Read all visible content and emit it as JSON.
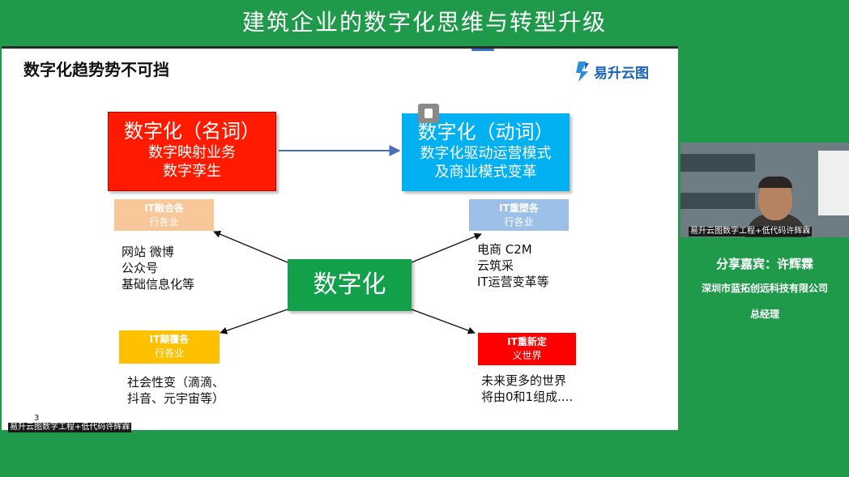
{
  "header": {
    "title": "建筑企业的数字化思维与转型升级"
  },
  "slide": {
    "title": "数字化趋势势不可挡",
    "logo_text": "易升云图",
    "noun_box": {
      "heading": "数字化（名词）",
      "line1": "数字映射业务",
      "line2": "数字孪生"
    },
    "verb_box": {
      "heading": "数字化（动词）",
      "line1": "数字化驱动运营模式",
      "line2": "及商业模式变革"
    },
    "center": "数字化",
    "tags": {
      "top_left": {
        "line1": "IT融合各",
        "line2": "行各业"
      },
      "top_right": {
        "line1": "IT重塑各",
        "line2": "行各业"
      },
      "bottom_left": {
        "line1": "IT颠覆各",
        "line2": "行各业"
      },
      "bottom_right": {
        "line1": "IT重新定",
        "line2": "义世界"
      }
    },
    "notes": {
      "top_left": [
        "网站 微博",
        "公众号",
        "基础信息化等"
      ],
      "top_right": [
        "电商 C2M",
        "云筑采",
        "IT运营变革等"
      ],
      "bottom_left": [
        "社会性变（滴滴、",
        "抖音、元宇宙等）"
      ],
      "bottom_right": [
        "未来更多的世界",
        "将由0和1组成...."
      ]
    },
    "page_number": "3",
    "caption": "易升云图数字工程+低代码许辉霖"
  },
  "sidebar": {
    "webcam_caption": "易升云图数字工程+低代码许辉霖",
    "speaker": "分享嘉宾：许辉霖",
    "company": "深圳市蓝拓创远科技有限公司",
    "position": "总经理"
  },
  "colors": {
    "background": "#1f9a4a",
    "noun_box": "#ff1a00",
    "verb_box": "#00b0f0",
    "center_box": "#12a14a",
    "tag_top_left": "#f9c89a",
    "tag_top_right": "#9dc0e8",
    "tag_bottom_left": "#ffc000",
    "tag_bottom_right": "#ff0000"
  },
  "icons": {
    "logo": "yisheng-logo-icon",
    "video": "video-control-icon"
  }
}
